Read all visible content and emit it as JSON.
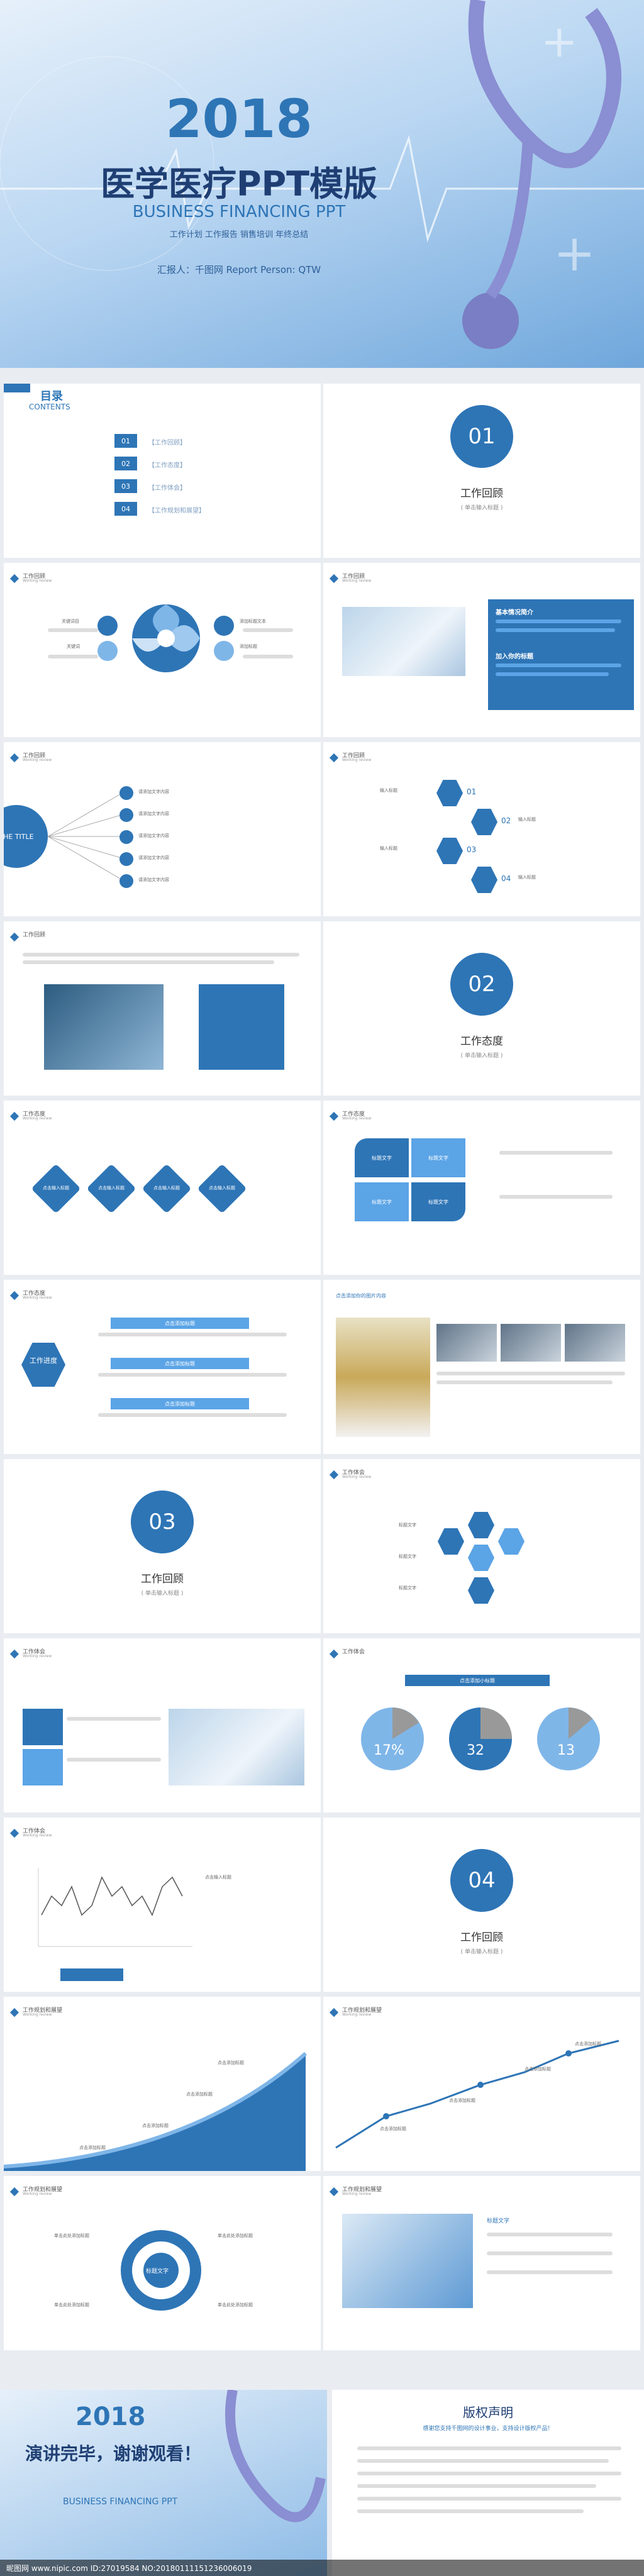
{
  "cover": {
    "year": "2018",
    "title": "医学医疗PPT模版",
    "subtitle": "BUSINESS FINANCING PPT",
    "tags": "工作计划 工作报告 销售培训 年终总结",
    "reporter": "汇报人：千图网  Report Person: QTW"
  },
  "toc": {
    "title": "目录",
    "en": "CONTENTS",
    "items": [
      {
        "num": "01",
        "label": "【工作回顾】"
      },
      {
        "num": "02",
        "label": "【工作态度】"
      },
      {
        "num": "03",
        "label": "【工作体会】"
      },
      {
        "num": "04",
        "label": "【工作规划和展望】"
      }
    ]
  },
  "sections": [
    {
      "num": "01",
      "title": "工作回顾",
      "sub": "( 单击输入标题 )"
    },
    {
      "num": "02",
      "title": "工作态度",
      "sub": "( 单击输入标题 )"
    },
    {
      "num": "03",
      "title": "工作回顾",
      "sub": "( 单击输入标题 )"
    },
    {
      "num": "04",
      "title": "工作回顾",
      "sub": "( 单击输入标题 )"
    }
  ],
  "headers": {
    "review": "工作回顾",
    "attitude": "工作态度",
    "experience": "工作体会",
    "plan": "工作规划和展望",
    "en": "Working review"
  },
  "s3": {
    "left1": "关键词目",
    "left2": "关键词",
    "right1": "添加标题文本",
    "right2": "添加标题"
  },
  "s4": {
    "t1": "基本情况简介",
    "t2": "加入你的标题"
  },
  "s5": {
    "center": "THE TITLE",
    "items": [
      "请添加文字内容",
      "请添加文字内容",
      "请添加文字内容",
      "请添加文字内容",
      "请添加文字内容"
    ]
  },
  "s6": {
    "nums": [
      "01",
      "02",
      "03",
      "04"
    ],
    "labels": [
      "输入标题",
      "输入标题",
      "输入标题",
      "输入标题"
    ]
  },
  "s9": {
    "items": [
      "点击输入标题",
      "点击输入标题",
      "点击输入标题",
      "点击输入标题"
    ]
  },
  "s10": {
    "items": [
      "标题文字",
      "标题文字",
      "标题文字",
      "标题文字"
    ]
  },
  "s11": {
    "center": "工作进度",
    "bars": [
      "点击添加标题",
      "点击添加标题",
      "点击添加标题"
    ]
  },
  "s12": {
    "title": "点击添加你的图片内容"
  },
  "s14": {
    "labels": [
      "标题文字",
      "标题文字",
      "标题文字"
    ]
  },
  "s16": {
    "banner": "点击添加小标题",
    "pcts": [
      "17%",
      "32",
      "13"
    ]
  },
  "s17": {
    "legend": "点击输入标题",
    "series": [
      3,
      5,
      4,
      6,
      3,
      4,
      7,
      5,
      6,
      4,
      5,
      3,
      6,
      7,
      5
    ]
  },
  "s19": {
    "labels": [
      "点击添加标题",
      "点击添加标题",
      "点击添加标题",
      "点击添加标题"
    ]
  },
  "s20": {
    "labels": [
      "点击添加标题",
      "点击添加标题",
      "点击添加标题",
      "点击添加标题"
    ]
  },
  "s21": {
    "center": "标题文字",
    "labels": [
      "单击此处添加标题",
      "单击此处添加标题",
      "单击此处添加标题",
      "单击此处添加标题"
    ]
  },
  "s22": {
    "title": "标题文字"
  },
  "end": {
    "year": "2018",
    "title": "演讲完毕，谢谢观看！",
    "subtitle": "BUSINESS FINANCING PPT"
  },
  "copyright": {
    "title": "版权声明",
    "sub": "感谢您支持千图网的设计事业，支持设计版权产品！"
  },
  "watermark": "昵图网 www.nipic.com   ID:27019584 NO:20180111151236006019"
}
